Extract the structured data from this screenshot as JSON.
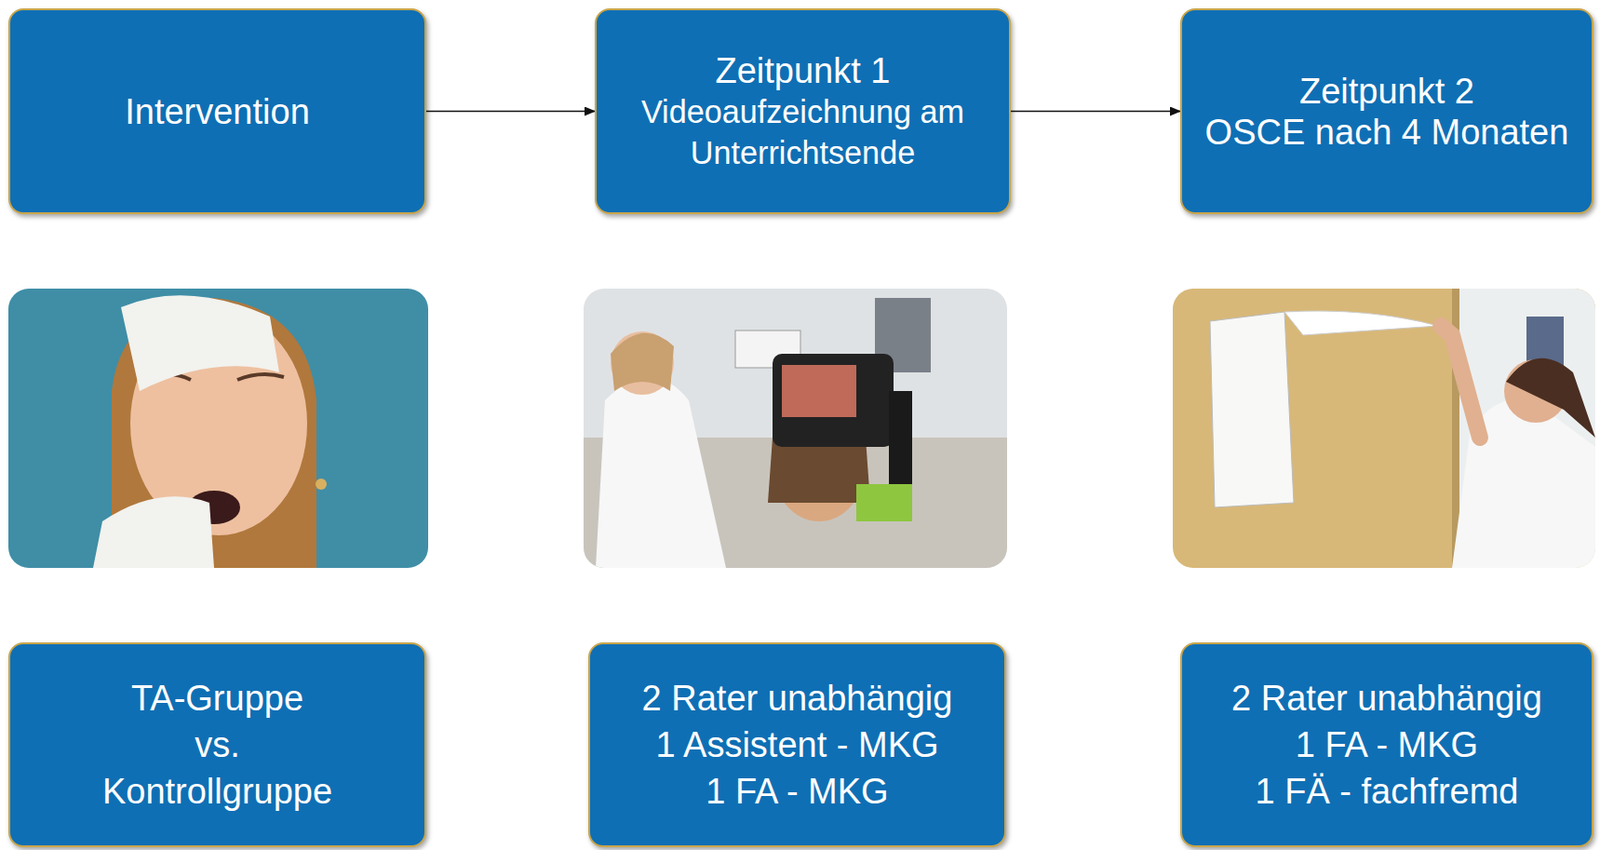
{
  "diagram": {
    "nodes": [
      {
        "text": [
          "Intervention"
        ]
      },
      {
        "text": [
          "Zeitpunkt 1",
          "Videoaufzeichnung am Unterrichtsende"
        ]
      },
      {
        "text": [
          "Zeitpunkt 2",
          "OSCE nach 4 Monaten"
        ]
      },
      {
        "text": [
          "TA-Gruppe",
          "vs.",
          "Kontrollgruppe"
        ]
      },
      {
        "text": [
          "2 Rater unabhängig",
          "1 Assistent - MKG",
          "1 FA - MKG"
        ]
      },
      {
        "text": [
          "2 Rater unabhängig",
          "1 FA - MKG",
          "1 FÄ - fachfremd"
        ]
      }
    ],
    "edges": [
      {
        "from": 0,
        "to": 1,
        "arrow": "to"
      },
      {
        "from": 1,
        "to": 2,
        "arrow": "to"
      }
    ]
  }
}
